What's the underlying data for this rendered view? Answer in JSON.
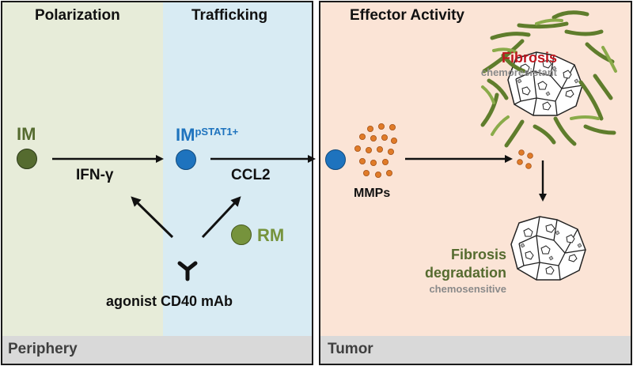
{
  "headers": {
    "polarization": "Polarization",
    "trafficking": "Trafficking",
    "effector_activity": "Effector Activity"
  },
  "footers": {
    "periphery": "Periphery",
    "tumor": "Tumor"
  },
  "cells": {
    "im_label": "IM",
    "im_pstat1_base": "IM",
    "im_pstat1_sup": "pSTAT1+",
    "rm_label": "RM"
  },
  "molecules": {
    "ifn_gamma": "IFN-γ",
    "ccl2": "CCL2",
    "mmps": "MMPs",
    "agonist_cd40": "agonist CD40 mAb"
  },
  "tumor": {
    "fibrosis": "Fibrosis",
    "chemoresistant": "chemoresistant",
    "degradation_line1": "Fibrosis",
    "degradation_line2": "degradation",
    "chemosensitive": "chemosensitive"
  },
  "colors": {
    "im": "#556b2f",
    "im_pstat1": "#1e73be",
    "rm": "#76933c",
    "polarization_bg": "#e7ecd9",
    "trafficking_bg": "#d8ebf3",
    "tumor_bg": "#fbe4d6",
    "footer_bg": "#d9d9d9",
    "mmp": "#e07b28",
    "fibrosis_text": "#c0171f",
    "collagen": "#5f7d2c"
  },
  "icons": {
    "antibody": "antibody-icon"
  }
}
